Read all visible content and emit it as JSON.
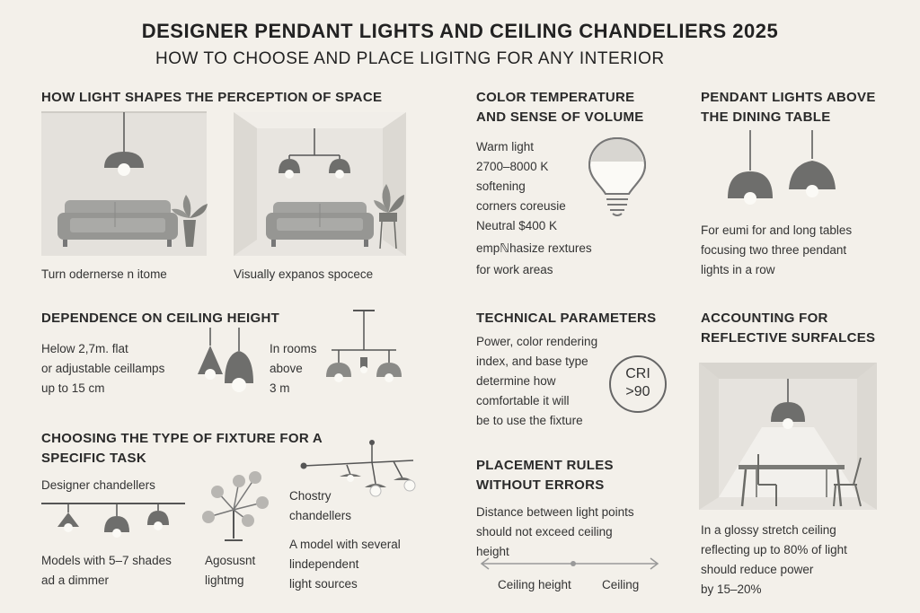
{
  "header": {
    "title": "DESIGNER PENDANT LIGHTS AND CEILING CHANDELIERS 2025",
    "subtitle": "HOW TO CHOOSE AND PLACE LIGITNG FOR ANY INTERIOR"
  },
  "perception": {
    "heading": "HOW LIGHT SHAPES THE PERCEPTION OF SPACE",
    "caption_left": "Turn odernerse n itome",
    "caption_right": "Visually expanos spocece"
  },
  "color_temp": {
    "heading_1": "COLOR TEMPERATURE",
    "heading_2": "AND SENSE OF VOLUME",
    "lines": [
      "Warm light",
      "2700–8000 K",
      "softening",
      "corners coreusie",
      "Neutral $400 K",
      "empℕhasize rextures",
      "for work areas"
    ]
  },
  "dining": {
    "heading_1": "PENDANT LIGHTS ABOVE",
    "heading_2": "THE DINING TABLE",
    "lines": [
      "For eumi for and long tables",
      "focusing two three pendant",
      "lights in a row"
    ]
  },
  "ceiling_height": {
    "heading": "DEPENDENCE ON CEILING HEIGHT",
    "left_lines": [
      "Helow 2,7m. flat",
      "or adjustable ceillamps",
      "up to 15 cm"
    ],
    "right_lines": [
      "In rooms",
      "above",
      "3 m"
    ]
  },
  "technical": {
    "heading": "TECHNICAL PARAMETERS",
    "lines": [
      "Power, color rendering",
      "index, and base type",
      "determine how",
      "comfortable it will",
      "be to use the fixture"
    ],
    "badge_1": "CRI",
    "badge_2": ">90"
  },
  "reflective": {
    "heading_1": "ACCOUNTING FOR",
    "heading_2": "REFLECTIVE SURFALCES",
    "lines": [
      "In a glossy stretch ceiling",
      "reflecting up to 80% of light",
      "should reduce power",
      "by 15–20%"
    ]
  },
  "fixture_type": {
    "heading_1": "CHOOSING THE TYPE OF FIXTURE FOR A",
    "heading_2": "SPECIFIC TASK",
    "designer_label": "Designer chandellers",
    "models_lines": [
      "Models with 5–7 shades",
      "ad a dimmer"
    ],
    "agosusnt_lines": [
      "Agosusnt",
      "lightmg"
    ],
    "chostry_lines": [
      "Chostry",
      "chandellers"
    ],
    "model_lines": [
      "A model with several",
      "lindependent",
      "light sources"
    ]
  },
  "placement": {
    "heading_1": "PLACEMENT RULES",
    "heading_2": "WITHOUT ERRORS",
    "lines": [
      "Distance between light points",
      "should not exceed ceiling",
      "height"
    ],
    "label_left": "Ceiling height",
    "label_right": "Ceiling"
  },
  "colors": {
    "background": "#f3f0ea",
    "lamp_shade": "#6e6e6c",
    "bulb": "#fbfaf6",
    "room_wall": "#e4e1dc",
    "sofa": "#9a9a97"
  }
}
